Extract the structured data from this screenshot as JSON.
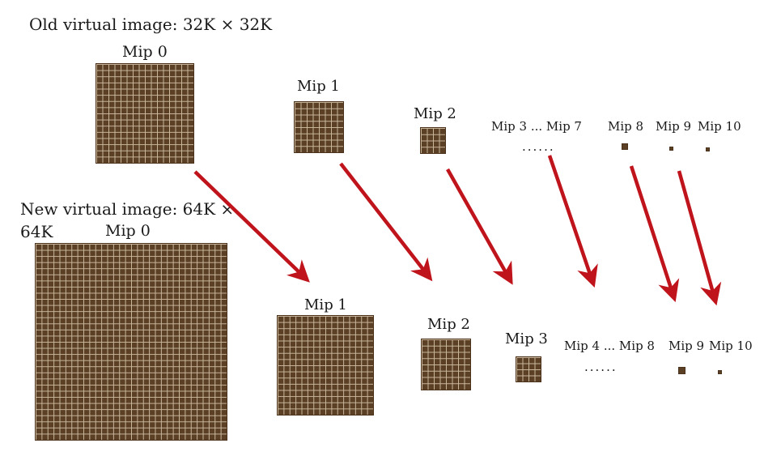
{
  "old_image": {
    "title": "Old virtual image: 32K × 32K",
    "mips": [
      {
        "label": "Mip 0",
        "grid": 16
      },
      {
        "label": "Mip 1",
        "grid": 8
      },
      {
        "label": "Mip 2",
        "grid": 4
      },
      {
        "label": "Mip 3 ... Mip 7",
        "dots": "......"
      },
      {
        "label": "Mip 8",
        "grid": 1
      },
      {
        "label": "Mip 9",
        "grid": 1
      },
      {
        "label": "Mip 10",
        "grid": 1
      }
    ]
  },
  "new_image": {
    "title_line1": "New virtual image: 64K ×",
    "title_line2": "64K",
    "mips": [
      {
        "label": "Mip 0",
        "grid": 32
      },
      {
        "label": "Mip 1",
        "grid": 16
      },
      {
        "label": "Mip 2",
        "grid": 8
      },
      {
        "label": "Mip 3",
        "grid": 4
      },
      {
        "label": "Mip 4 ... Mip 8",
        "dots": "......"
      },
      {
        "label": "Mip 9",
        "grid": 1
      },
      {
        "label": "Mip 10",
        "grid": 1
      }
    ]
  },
  "colors": {
    "tile_fill": "#5b4026",
    "tile_grid": "#c9b79c",
    "arrow": "#c0141c"
  }
}
